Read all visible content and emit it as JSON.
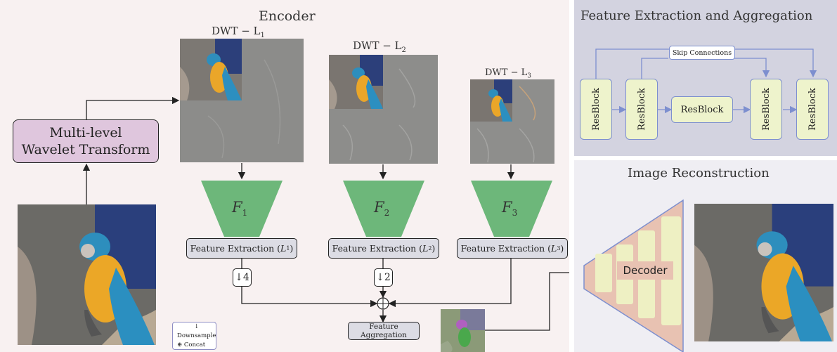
{
  "encoder": {
    "title": "Encoder",
    "mwt_line1": "Multi-level",
    "mwt_line2": "Wavelet Transform",
    "dwt_labels": [
      "DWT − L1",
      "DWT − L2",
      "DWT − L3"
    ],
    "dwt_main": "DWT − L",
    "dwt_subs": [
      "1",
      "2",
      "3"
    ],
    "f_labels": [
      "F",
      "F",
      "F"
    ],
    "f_subs": [
      "1",
      "2",
      "3"
    ],
    "feat_ext": [
      "Feature Extraction (L1)",
      "Feature Extraction (L2)",
      "Feature Extraction (L3)"
    ],
    "feat_ext_main": "Feature Extraction (",
    "feat_ext_L": "L",
    "downsample": [
      "↓4",
      "↓2"
    ],
    "concat_symbol": "⊕",
    "feature_aggregation": "Feature Aggregation",
    "legend_downsample": "↓ Downsample",
    "legend_concat": "⊕ Concat"
  },
  "fea": {
    "title": "Feature Extraction and Aggregation",
    "skip": "Skip Connections",
    "resblock": "ResBlock"
  },
  "recon": {
    "title": "Image Reconstruction",
    "decoder": "Decoder"
  },
  "colors": {
    "encoder_bg": "#f8f1f1",
    "fea_bg": "#d3d3e0",
    "recon_bg": "#efeef3",
    "mwt_fill": "#dfc6dd",
    "green": "#6db77a",
    "gray_box": "#dcdce4",
    "resblock_fill": "#eef3cc",
    "resblock_stroke": "#7d8fcf",
    "decoder_fill": "#e8c2b2",
    "decoder_block": "#eef0c3",
    "skip_line": "#7d8fcf"
  }
}
